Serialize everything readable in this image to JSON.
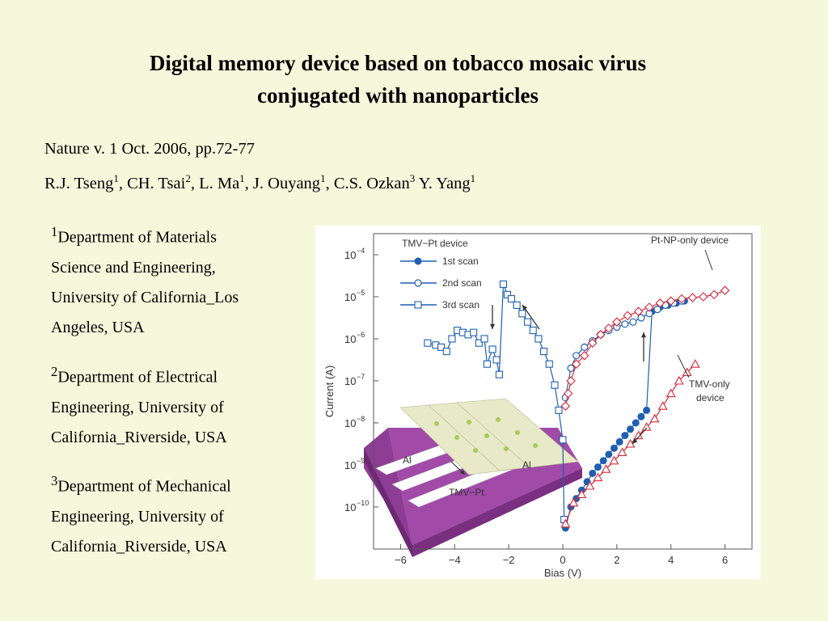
{
  "title_line1": "Digital memory device based on tobacco mosaic virus",
  "title_line2": "conjugated with nanoparticles",
  "citation": "Nature v. 1 Oct. 2006, pp.72-77",
  "authors": [
    {
      "name": "R.J. Tseng",
      "sup": "1",
      "sep": ", "
    },
    {
      "name": "CH. Tsai",
      "sup": "2",
      "sep": ", "
    },
    {
      "name": "L. Ma",
      "sup": "1",
      "sep": ", "
    },
    {
      "name": "J. Ouyang",
      "sup": "1",
      "sep": ", "
    },
    {
      "name": "C.S. Ozkan",
      "sup": "3",
      "sep": " "
    },
    {
      "name": "Y. Yang",
      "sup": "1",
      "sep": ""
    }
  ],
  "affiliations": [
    {
      "sup": "1",
      "lines": [
        "Department of Materials",
        "Science and Engineering,",
        "University of California_Los",
        "Angeles, USA"
      ]
    },
    {
      "sup": "2",
      "lines": [
        "Department of Electrical",
        "Engineering, University of",
        "California_Riverside, USA"
      ]
    },
    {
      "sup": "3",
      "lines": [
        "Department of Mechanical",
        "Engineering, University of",
        "California_Riverside, USA"
      ]
    }
  ],
  "chart_data": {
    "type": "scatter",
    "xlabel": "Bias (V)",
    "ylabel": "Current (A)",
    "xlim": [
      -7,
      7
    ],
    "ylim_exp": [
      -11,
      -3.5
    ],
    "x_ticks": [
      "−6",
      "−4",
      "−2",
      "0",
      "2",
      "4",
      "6"
    ],
    "y_ticks": [
      "10",
      "10",
      "10",
      "10",
      "10",
      "10",
      "10"
    ],
    "y_tick_exps": [
      "−4",
      "−5",
      "−6",
      "−7",
      "−8",
      "−9",
      "−10"
    ],
    "legend_title": "TMV−Pt device",
    "annotations": {
      "pt_np": "Pt-NP-only device",
      "tmv_only_1": "TMV-only",
      "tmv_only_2": "device"
    },
    "inset_labels": {
      "al_left": "Al",
      "al_right": "Al",
      "tmv_pt": "TMV−Pt"
    },
    "series": [
      {
        "name": "1st scan",
        "marker": "filled-circle",
        "color": "#1f5fb0",
        "points": [
          [
            0.1,
            -10.5
          ],
          [
            0.3,
            -10
          ],
          [
            0.5,
            -9.8
          ],
          [
            0.7,
            -9.6
          ],
          [
            0.9,
            -9.4
          ],
          [
            1.1,
            -9.2
          ],
          [
            1.3,
            -9.05
          ],
          [
            1.5,
            -8.9
          ],
          [
            1.7,
            -8.75
          ],
          [
            1.9,
            -8.6
          ],
          [
            2.1,
            -8.45
          ],
          [
            2.3,
            -8.3
          ],
          [
            2.5,
            -8.15
          ],
          [
            2.7,
            -8
          ],
          [
            2.9,
            -7.85
          ],
          [
            3.1,
            -7.7
          ],
          [
            3.3,
            -5.35
          ],
          [
            3.6,
            -5.25
          ],
          [
            3.9,
            -5.2
          ],
          [
            4.2,
            -5.15
          ],
          [
            4.5,
            -5.1
          ]
        ]
      },
      {
        "name": "2nd scan",
        "marker": "open-circle",
        "color": "#1f5fb0",
        "points": [
          [
            0.1,
            -7.4
          ],
          [
            0.3,
            -6.7
          ],
          [
            0.5,
            -6.4
          ],
          [
            0.8,
            -6.2
          ],
          [
            1.1,
            -6.05
          ],
          [
            1.4,
            -5.9
          ],
          [
            1.7,
            -5.8
          ],
          [
            2,
            -5.72
          ],
          [
            2.3,
            -5.65
          ],
          [
            2.6,
            -5.6
          ],
          [
            2.9,
            -5.5
          ],
          [
            3.2,
            -5.4
          ],
          [
            3.5,
            -5.3
          ],
          [
            3.8,
            -5.2
          ],
          [
            4.1,
            -5.15
          ],
          [
            4.4,
            -5.1
          ]
        ]
      },
      {
        "name": "3rd scan",
        "marker": "open-square",
        "color": "#1f5fb0",
        "points": [
          [
            -5,
            -6.1
          ],
          [
            -4.7,
            -6.15
          ],
          [
            -4.5,
            -6.2
          ],
          [
            -4.3,
            -6.3
          ],
          [
            -4.1,
            -6
          ],
          [
            -3.9,
            -5.8
          ],
          [
            -3.7,
            -5.85
          ],
          [
            -3.5,
            -5.9
          ],
          [
            -3.3,
            -5.85
          ],
          [
            -3.1,
            -6.1
          ],
          [
            -2.9,
            -6
          ],
          [
            -2.8,
            -6.6
          ],
          [
            -2.6,
            -6.25
          ],
          [
            -2.45,
            -6.5
          ],
          [
            -2.35,
            -6.85
          ],
          [
            -2.2,
            -4.7
          ],
          [
            -2.05,
            -4.95
          ],
          [
            -1.9,
            -5.05
          ],
          [
            -1.7,
            -5.2
          ],
          [
            -1.5,
            -5.4
          ],
          [
            -1.3,
            -5.6
          ],
          [
            -1.1,
            -5.8
          ],
          [
            -0.9,
            -6
          ],
          [
            -0.7,
            -6.3
          ],
          [
            -0.5,
            -6.6
          ],
          [
            -0.3,
            -7.1
          ],
          [
            -0.15,
            -7.7
          ],
          [
            0,
            -8.4
          ],
          [
            0.05,
            -10.3
          ]
        ]
      },
      {
        "name": "Pt-NP-only device",
        "marker": "open-diamond",
        "color": "#d62839",
        "points": [
          [
            0.1,
            -7.6
          ],
          [
            0.2,
            -7.3
          ],
          [
            0.3,
            -7
          ],
          [
            0.5,
            -6.6
          ],
          [
            0.8,
            -6.4
          ],
          [
            1.1,
            -6.1
          ],
          [
            1.4,
            -5.9
          ],
          [
            1.7,
            -5.75
          ],
          [
            2,
            -5.6
          ],
          [
            2.4,
            -5.45
          ],
          [
            2.8,
            -5.35
          ],
          [
            3.2,
            -5.25
          ],
          [
            3.6,
            -5.15
          ],
          [
            4,
            -5.1
          ],
          [
            4.4,
            -5.05
          ],
          [
            4.8,
            -5.02
          ],
          [
            5.2,
            -5
          ],
          [
            5.6,
            -4.95
          ],
          [
            6,
            -4.85
          ]
        ]
      },
      {
        "name": "TMV-only device",
        "marker": "open-triangle",
        "color": "#d62839",
        "points": [
          [
            0.1,
            -10.4
          ],
          [
            0.4,
            -9.9
          ],
          [
            0.7,
            -9.7
          ],
          [
            1,
            -9.5
          ],
          [
            1.3,
            -9.3
          ],
          [
            1.6,
            -9.1
          ],
          [
            1.9,
            -8.9
          ],
          [
            2.2,
            -8.7
          ],
          [
            2.5,
            -8.5
          ],
          [
            2.8,
            -8.3
          ],
          [
            3.1,
            -8.1
          ],
          [
            3.4,
            -7.9
          ],
          [
            3.7,
            -7.6
          ],
          [
            4,
            -7.3
          ],
          [
            4.3,
            -7
          ],
          [
            4.6,
            -6.8
          ],
          [
            4.9,
            -6.6
          ]
        ]
      }
    ]
  }
}
